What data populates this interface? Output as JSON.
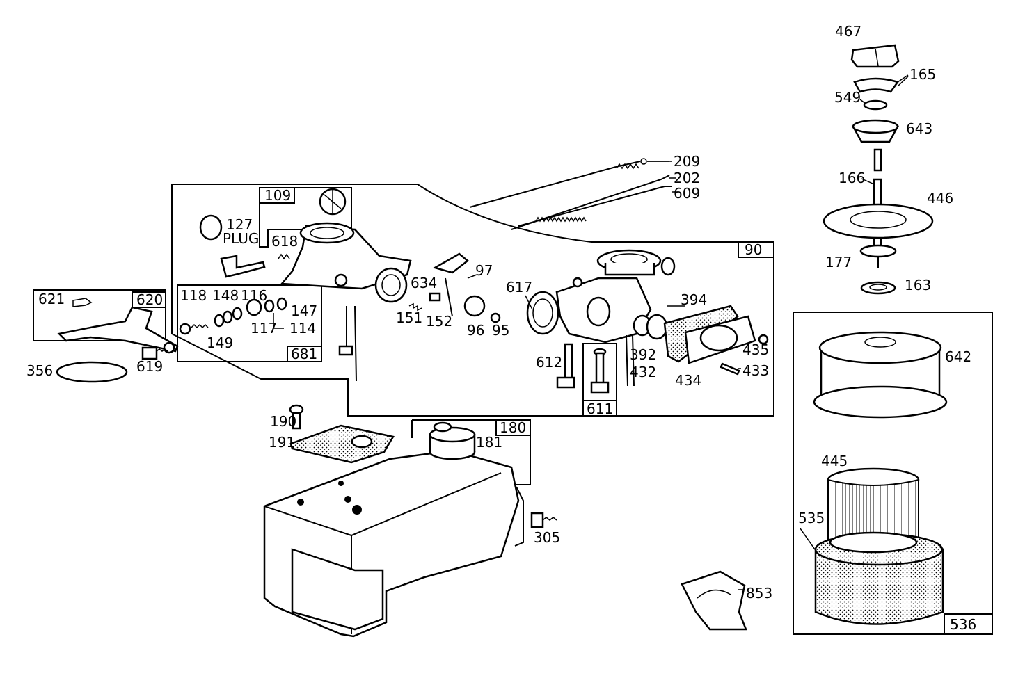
{
  "labels": {
    "p467": "467",
    "p165": "165",
    "p549": "549",
    "p643": "643",
    "p166": "166",
    "p446": "446",
    "p177": "177",
    "p163": "163",
    "p209": "209",
    "p202": "202",
    "p609": "609",
    "p109": "109",
    "p127": "127",
    "plug": "PLUG",
    "p618": "618",
    "p90": "90",
    "p97": "97",
    "p634": "634",
    "p617": "617",
    "p394": "394",
    "p118": "118",
    "p148": "148",
    "p116": "116",
    "p147": "147",
    "p114": "114",
    "p117": "117",
    "p149": "149",
    "p681": "681",
    "p621": "621",
    "p620": "620",
    "p356": "356",
    "p619": "619",
    "p151": "151",
    "p152": "152",
    "p96": "96",
    "p95": "95",
    "p392": "392",
    "p435": "435",
    "p612": "612",
    "p432": "432",
    "p434": "434",
    "p433": "433",
    "p611": "611",
    "p642": "642",
    "p190": "190",
    "p191": "191",
    "p180": "180",
    "p181": "181",
    "p445": "445",
    "p535": "535",
    "p305": "305",
    "p853": "853",
    "p536": "536"
  }
}
